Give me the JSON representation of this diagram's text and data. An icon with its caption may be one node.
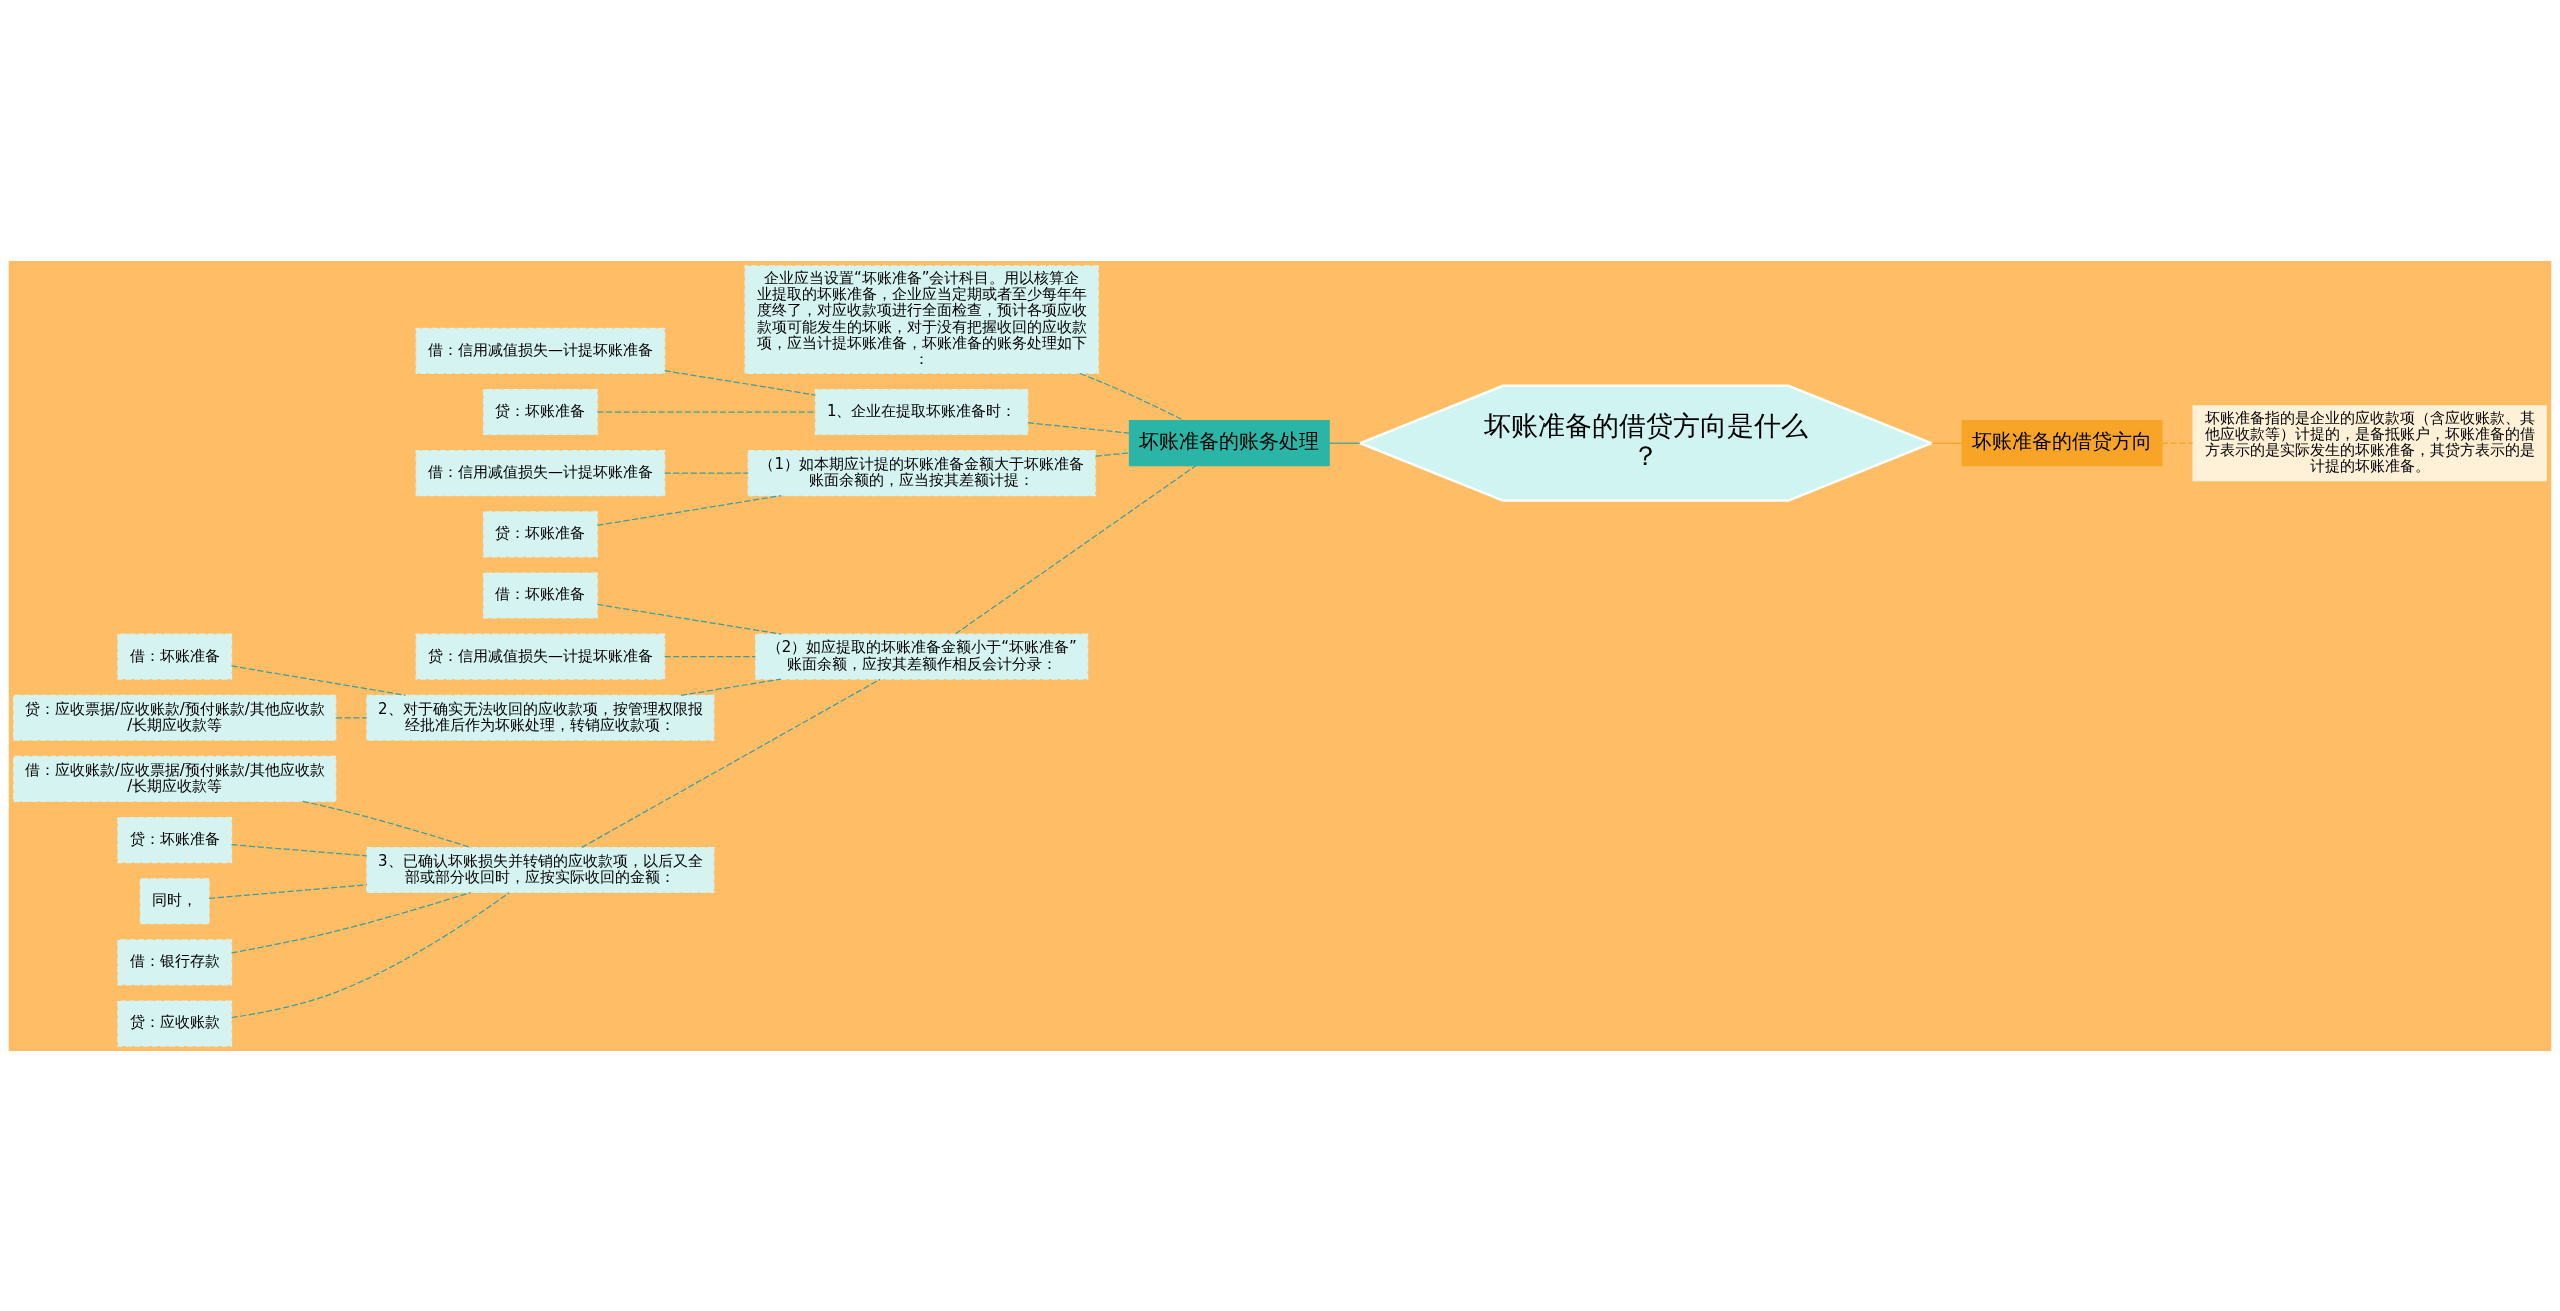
{
  "diagram": {
    "nodes": [
      {
        "text": [
          "坏账准备的借贷方向是什么？"
        ]
      },
      {
        "text": [
          "坏账准备的账务处理"
        ]
      },
      {
        "text": [
          "企业应当设置“坏账准备”会计科目。用以核算企业提取的坏账准备，企业应当定期或者至少每年年度终了，对应收款项进行全面检查，预计各项应收款项可能发生的坏账，对于没有把握收回的应收款项，应当计提坏账准备，坏账准备的账务处理如下："
        ]
      },
      {
        "text": [
          "1、企业在提取坏账准备时："
        ]
      },
      {
        "text": [
          "借：信用减值损失—计提坏账准备"
        ]
      },
      {
        "text": [
          "贷：坏账准备"
        ]
      },
      {
        "text": [
          "（1）如本期应计提的坏账准备金额大于坏账准备账面余额的，应当按其差额计提："
        ]
      },
      {
        "text": [
          "借：信用减值损失—计提坏账准备"
        ]
      },
      {
        "text": [
          "贷：坏账准备"
        ]
      },
      {
        "text": [
          "（2）如应提取的坏账准备金额小于“坏账准备”账面余额，应按其差额作相反会计分录："
        ]
      },
      {
        "text": [
          "借：坏账准备"
        ]
      },
      {
        "text": [
          "贷：信用减值损失—计提坏账准备"
        ]
      },
      {
        "text": [
          "2、对于确实无法收回的应收款项，按管理权限报经批准后作为坏账处理，转销应收款项："
        ]
      },
      {
        "text": [
          "借：坏账准备"
        ]
      },
      {
        "text": [
          "贷：应收票据/应收账款/预付账款/其他应收款/长期应收款等"
        ]
      },
      {
        "text": [
          "3、已确认坏账损失并转销的应收款项，以后又全部或部分收回时，应按实际收回的金额："
        ]
      },
      {
        "text": [
          "借：应收账款/应收票据/预付账款/其他应收款/长期应收款等"
        ]
      },
      {
        "text": [
          "贷：坏账准备"
        ]
      },
      {
        "text": [
          "同时，"
        ]
      },
      {
        "text": [
          "借：银行存款"
        ]
      },
      {
        "text": [
          "贷：应收账款"
        ]
      },
      {
        "text": [
          "坏账准备的借贷方向"
        ]
      },
      {
        "text": [
          "坏账准备指的是企业的应收款项（含应收账款、其他应收款等）计提的，是备抵账户，坏账准备的借方表示的是实际发生的坏账准备，其贷方表示的是计提的坏账准备。"
        ]
      }
    ],
    "edges": [
      {
        "from": 0,
        "to": 1,
        "arrow": "none"
      },
      {
        "from": 1,
        "to": 2,
        "arrow": "none",
        "style": "dashed"
      },
      {
        "from": 1,
        "to": 3,
        "arrow": "none",
        "style": "dashed"
      },
      {
        "from": 3,
        "to": 4,
        "arrow": "none",
        "style": "dashed"
      },
      {
        "from": 3,
        "to": 5,
        "arrow": "none",
        "style": "dashed"
      },
      {
        "from": 1,
        "to": 6,
        "arrow": "none",
        "style": "dashed"
      },
      {
        "from": 6,
        "to": 7,
        "arrow": "none",
        "style": "dashed"
      },
      {
        "from": 6,
        "to": 8,
        "arrow": "none",
        "style": "dashed"
      },
      {
        "from": 1,
        "to": 9,
        "arrow": "none",
        "style": "dashed"
      },
      {
        "from": 9,
        "to": 10,
        "arrow": "none",
        "style": "dashed"
      },
      {
        "from": 9,
        "to": 11,
        "arrow": "none",
        "style": "dashed"
      },
      {
        "from": 9,
        "to": 12,
        "arrow": "none",
        "style": "dashed"
      },
      {
        "from": 12,
        "to": 13,
        "arrow": "none",
        "style": "dashed"
      },
      {
        "from": 12,
        "to": 14,
        "arrow": "none",
        "style": "dashed"
      },
      {
        "from": 9,
        "to": 15,
        "arrow": "none",
        "style": "dashed"
      },
      {
        "from": 15,
        "to": 16,
        "arrow": "none",
        "style": "dashed"
      },
      {
        "from": 15,
        "to": 17,
        "arrow": "none",
        "style": "dashed"
      },
      {
        "from": 15,
        "to": 18,
        "arrow": "none",
        "style": "dashed"
      },
      {
        "from": 15,
        "to": 19,
        "arrow": "none",
        "style": "dashed"
      },
      {
        "from": 15,
        "to": 20,
        "arrow": "none",
        "style": "dashed"
      },
      {
        "from": 0,
        "to": 21,
        "arrow": "none",
        "color": "#f5a02a"
      },
      {
        "from": 21,
        "to": 22,
        "arrow": "none",
        "style": "dashed",
        "color": "#f5a02a"
      }
    ]
  }
}
